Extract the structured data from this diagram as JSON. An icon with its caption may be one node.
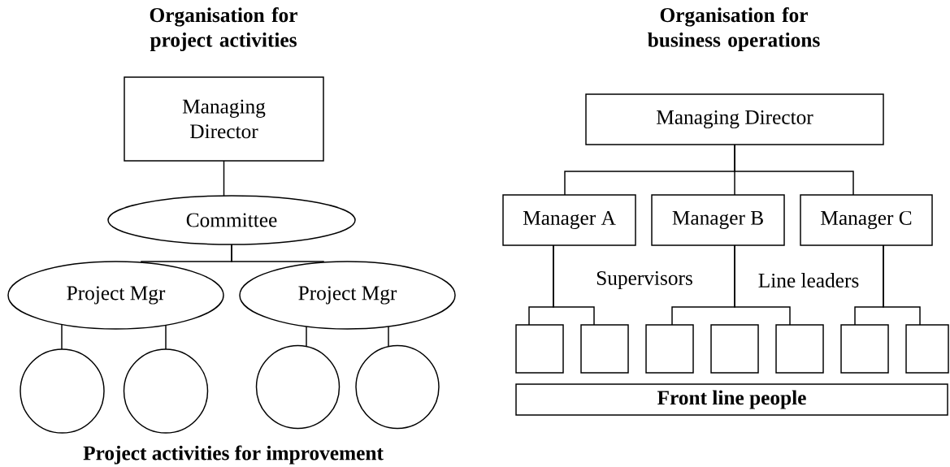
{
  "diagram": {
    "nodes": [
      {
        "text": [
          "Managing Director"
        ]
      },
      {
        "text": [
          "Committee"
        ]
      },
      {
        "text": [
          "Project Mgr"
        ]
      },
      {
        "text": [
          "Project Mgr"
        ]
      },
      {
        "text": [],
        "shape": "circle"
      },
      {
        "text": [],
        "shape": "circle"
      },
      {
        "text": [],
        "shape": "circle"
      },
      {
        "text": [],
        "shape": "circle"
      },
      {
        "text": [
          "Managing Director"
        ]
      },
      {
        "text": [
          "Manager A"
        ]
      },
      {
        "text": [
          "Manager B"
        ]
      },
      {
        "text": [
          "Manager C"
        ]
      },
      {
        "text": [],
        "shape": "box"
      },
      {
        "text": [],
        "shape": "box"
      },
      {
        "text": [],
        "shape": "box"
      },
      {
        "text": [],
        "shape": "box"
      },
      {
        "text": [],
        "shape": "box"
      },
      {
        "text": [],
        "shape": "box"
      },
      {
        "text": [],
        "shape": "box"
      },
      {
        "text": [
          "Front line people"
        ]
      }
    ],
    "edges": [
      {
        "from": 0,
        "to": 1,
        "arrow": "none"
      },
      {
        "from": 1,
        "to": 2,
        "arrow": "none"
      },
      {
        "from": 1,
        "to": 3,
        "arrow": "none"
      },
      {
        "from": 2,
        "to": 4,
        "arrow": "none"
      },
      {
        "from": 2,
        "to": 5,
        "arrow": "none"
      },
      {
        "from": 3,
        "to": 6,
        "arrow": "none"
      },
      {
        "from": 3,
        "to": 7,
        "arrow": "none"
      },
      {
        "from": 8,
        "to": 9,
        "arrow": "none"
      },
      {
        "from": 8,
        "to": 10,
        "arrow": "none"
      },
      {
        "from": 8,
        "to": 11,
        "arrow": "none"
      },
      {
        "from": 9,
        "to": 12,
        "arrow": "none"
      },
      {
        "from": 9,
        "to": 13,
        "arrow": "none"
      },
      {
        "from": 10,
        "to": 14,
        "arrow": "none"
      },
      {
        "from": 10,
        "to": 16,
        "arrow": "none"
      },
      {
        "from": 11,
        "to": 17,
        "arrow": "none"
      },
      {
        "from": 11,
        "to": 18,
        "arrow": "none"
      }
    ],
    "labels": [
      "Organisation for project activities",
      "Organisation for business operations",
      "Supervisors",
      "Line leaders",
      "Project activities for improvement"
    ]
  }
}
